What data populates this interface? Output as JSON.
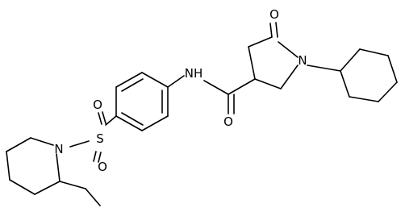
{
  "atom_labels": {
    "oxygen_lactam": "O",
    "nitrogen_ring": "N",
    "amide_nh": "NH",
    "oxygen_amide": "O",
    "sulfur": "S",
    "oxygen_sulfonyl_top": "O",
    "oxygen_sulfonyl_bottom": "O",
    "nitrogen_piperidine": "N"
  },
  "colors": {
    "bond": "#000000",
    "label": "#000000",
    "background": "#ffffff"
  }
}
